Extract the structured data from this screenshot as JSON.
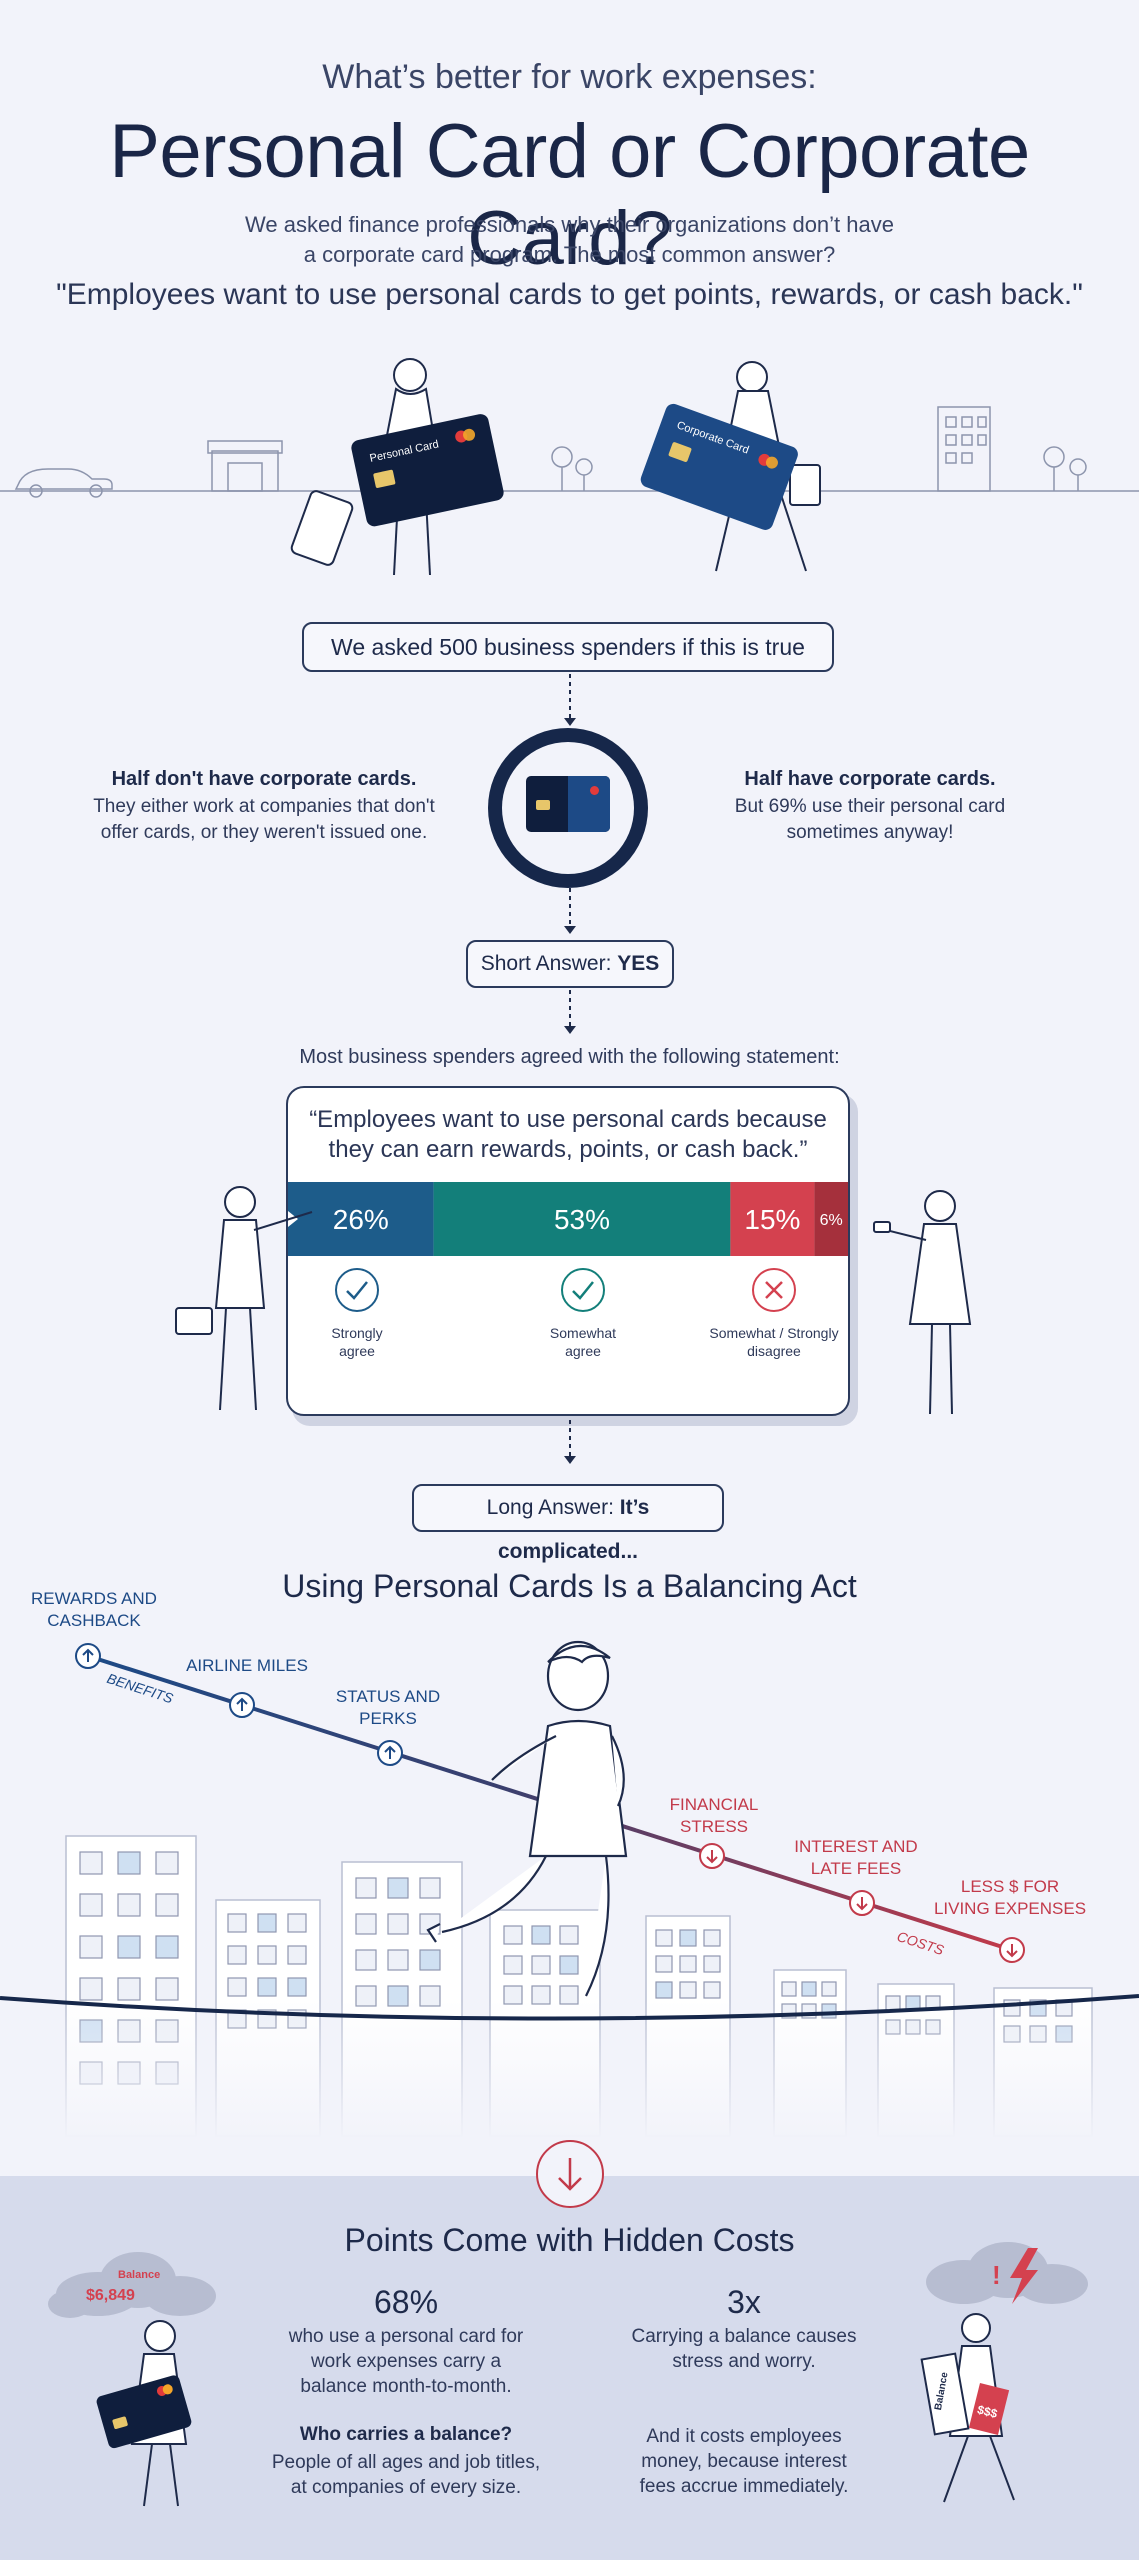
{
  "header": {
    "pre_title": "What’s better for work expenses:",
    "title": "Personal Card or Corporate Card?",
    "intro_line1": "We asked finance professionals why their organizations don’t have",
    "intro_line2": "a corporate card program. The most common answer?",
    "quote": "\"Employees want to use personal cards to get points, rewards, or cash back.\""
  },
  "illustration": {
    "personal_card_label": "Personal Card",
    "corporate_card_label": "Corporate Card"
  },
  "survey": {
    "asked_box": "We asked 500 business spenders if this is true",
    "left_heading": "Half don't have corporate cards.",
    "left_line1": "They either work at companies that don't",
    "left_line2": "offer cards, or they weren't issued one.",
    "right_heading": "Half have corporate cards.",
    "right_line1": "But 69% use their personal card",
    "right_line2": "sometimes anyway!",
    "short_answer_prefix": "Short Answer: ",
    "short_answer_value": "YES",
    "statement_intro": "Most business spenders agreed with the following statement:",
    "statement_line1": "“Employees want to use personal cards because",
    "statement_line2": "they can earn rewards, points, or cash back.”"
  },
  "chart_data": {
    "type": "bar",
    "categories": [
      "Strongly agree",
      "Somewhat agree",
      "Somewhat / Strongly disagree",
      ""
    ],
    "values": [
      26,
      53,
      15,
      6
    ],
    "labels": [
      "26%",
      "53%",
      "15%",
      "6%"
    ],
    "colors": [
      "#1d5c8a",
      "#137f7a",
      "#d4414f",
      "#a5303c"
    ]
  },
  "legend": {
    "strongly_agree_1": "Strongly",
    "strongly_agree_2": "agree",
    "somewhat_agree_1": "Somewhat",
    "somewhat_agree_2": "agree",
    "disagree_1": "Somewhat / Strongly",
    "disagree_2": "disagree"
  },
  "long_answer": {
    "prefix": "Long Answer: ",
    "value": "It’s complicated..."
  },
  "balancing": {
    "title": "Using Personal Cards Is a Balancing Act",
    "rewards_1": "REWARDS AND",
    "rewards_2": "CASHBACK",
    "benefits": "BENEFITS",
    "airline": "AIRLINE MILES",
    "status_1": "STATUS AND",
    "status_2": "PERKS",
    "stress_1": "FINANCIAL",
    "stress_2": "STRESS",
    "interest_1": "INTEREST AND",
    "interest_2": "LATE FEES",
    "costs": "COSTS",
    "less_1": "LESS $ FOR",
    "less_2": "LIVING EXPENSES"
  },
  "hidden_costs": {
    "title": "Points Come with Hidden Costs",
    "balance_label": "Balance",
    "balance_amount": "$6,849",
    "stat1_value": "68%",
    "stat1_line1": "who use a personal card for",
    "stat1_line2": "work expenses carry a",
    "stat1_line3": "balance month-to-month.",
    "who_heading": "Who carries a balance?",
    "who_line1": "People of all ages and job titles,",
    "who_line2": "at companies of every size.",
    "stat2_value": "3x",
    "stat2_line1": "Carrying a balance causes",
    "stat2_line2": "stress and worry.",
    "cost_line1": "And it costs employees",
    "cost_line2": "money, because interest",
    "cost_line3": "fees accrue immediately.",
    "sign_label": "Balance",
    "sign_amount": "$$$"
  },
  "colors": {
    "navy": "#1e2a4a",
    "blue": "#1d5c8a",
    "teal": "#137f7a",
    "red": "#d4414f",
    "dark_red": "#a5303c",
    "bottom_band": "#d6dbec"
  }
}
